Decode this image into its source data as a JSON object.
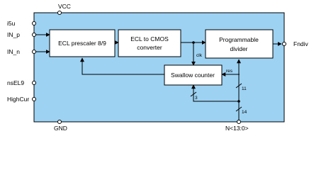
{
  "colors": {
    "background": "#9dd2f2",
    "block": "#ffffff",
    "line": "#000000"
  },
  "top_pin": "VCC",
  "bottom_pins": {
    "gnd": "GND",
    "bus": "N<13:0>"
  },
  "left_pins": [
    "i5u",
    "IN_p",
    "IN_n",
    "nsEL9",
    "HighCur"
  ],
  "right_pin": "Fndiv",
  "blocks": {
    "prescaler": "ECL prescaler 8/9",
    "converter": [
      "ECL to CMOS",
      "converter"
    ],
    "divider": [
      "Programmable",
      "divider"
    ],
    "swallow": "Swallow counter"
  },
  "signals": {
    "clk": "clk",
    "res": "res"
  },
  "bus_widths": {
    "b14": "14",
    "b11": "11",
    "b3": "3"
  }
}
